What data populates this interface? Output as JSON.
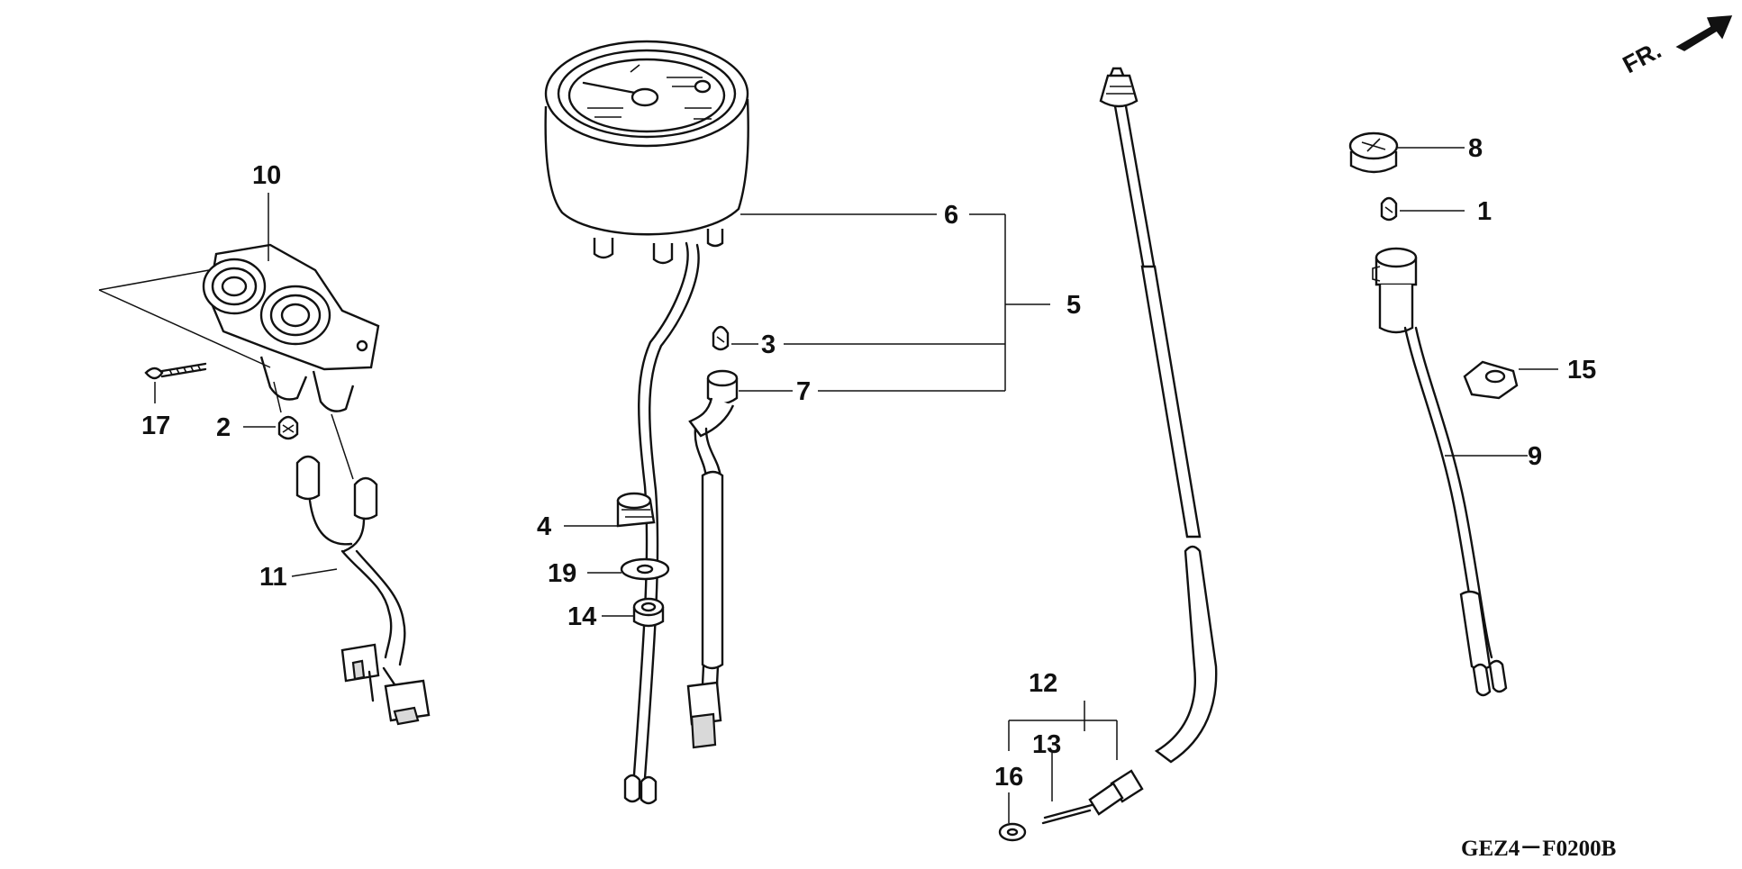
{
  "direction_label": "FR.",
  "drawing_code": "GEZ4－F0200B",
  "callouts": {
    "p1": "1",
    "p2": "2",
    "p3": "3",
    "p4": "4",
    "p5": "5",
    "p6": "6",
    "p7": "7",
    "p8": "8",
    "p9": "9",
    "p10": "10",
    "p11": "11",
    "p12": "12",
    "p13": "13",
    "p14": "14",
    "p15": "15",
    "p16": "16",
    "p17": "17",
    "p19": "19"
  }
}
